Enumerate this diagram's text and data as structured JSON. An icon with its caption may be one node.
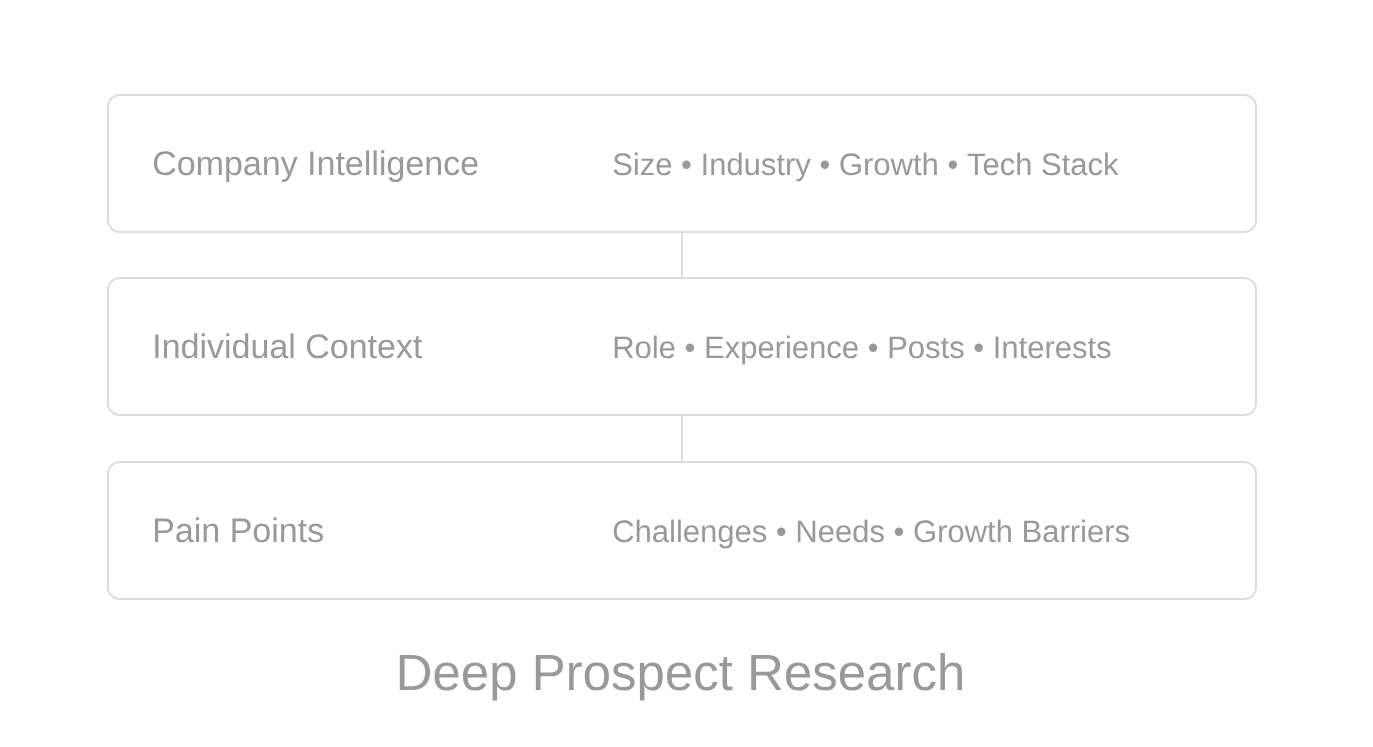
{
  "diagram": {
    "caption": "Deep Prospect Research",
    "nodes": [
      {
        "text": [
          "Company Intelligence",
          "Size • Industry • Growth • Tech Stack"
        ]
      },
      {
        "text": [
          "Individual Context",
          "Role • Experience • Posts • Interests"
        ]
      },
      {
        "text": [
          "Pain Points",
          "Challenges • Needs • Growth Barriers"
        ]
      }
    ],
    "edges": [
      {
        "from": 0,
        "to": 1,
        "arrow": "none"
      },
      {
        "from": 1,
        "to": 2,
        "arrow": "none"
      }
    ]
  }
}
